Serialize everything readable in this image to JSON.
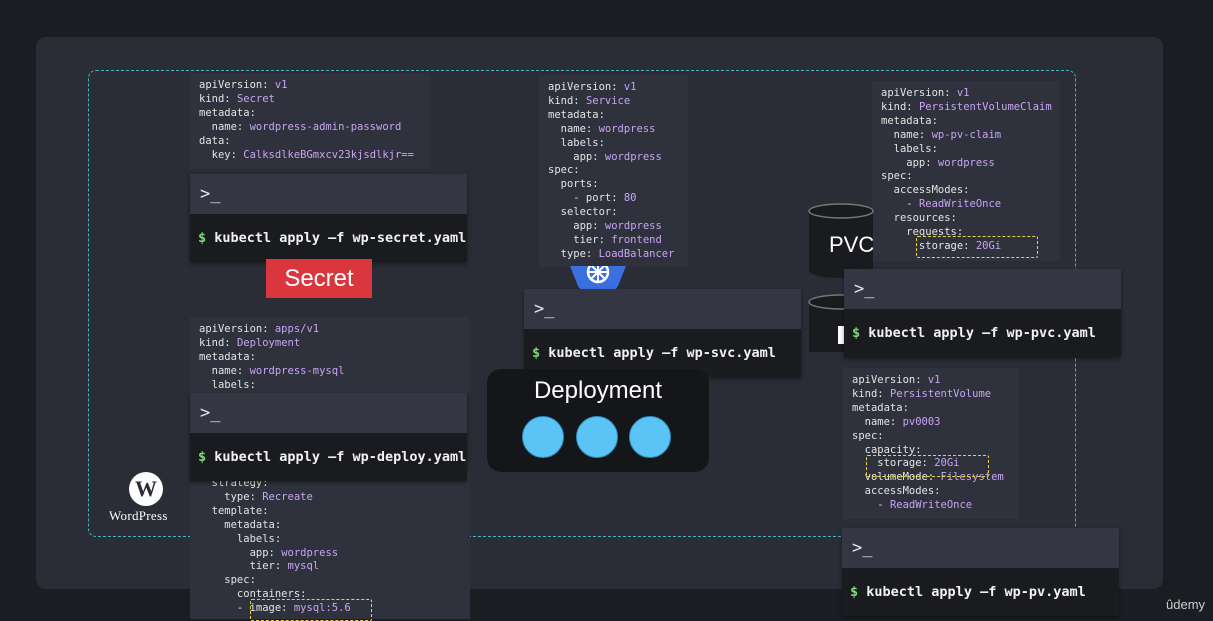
{
  "yaml": {
    "secret": [
      [
        "apiVersion: ",
        "v1"
      ],
      [
        "kind: ",
        "Secret"
      ],
      [
        "metadata:",
        ""
      ],
      [
        "  name: ",
        "wordpress-admin-password"
      ],
      [
        "data:",
        ""
      ],
      [
        "  key: ",
        "CalksdlkeBGmxcv23kjsdlkjr=="
      ]
    ],
    "service": [
      [
        "apiVersion: ",
        "v1"
      ],
      [
        "kind: ",
        "Service"
      ],
      [
        "metadata:",
        ""
      ],
      [
        "  name: ",
        "wordpress"
      ],
      [
        "  labels:",
        ""
      ],
      [
        "    app: ",
        "wordpress"
      ],
      [
        "spec:",
        ""
      ],
      [
        "  ports:",
        ""
      ],
      [
        "    - port: ",
        "80"
      ],
      [
        "  selector:",
        ""
      ],
      [
        "    app: ",
        "wordpress"
      ],
      [
        "    tier: ",
        "frontend"
      ],
      [
        "  type: ",
        "LoadBalancer"
      ]
    ],
    "pvc": [
      [
        "apiVersion: ",
        "v1"
      ],
      [
        "kind: ",
        "PersistentVolumeClaim"
      ],
      [
        "metadata:",
        ""
      ],
      [
        "  name: ",
        "wp-pv-claim"
      ],
      [
        "  labels:",
        ""
      ],
      [
        "    app: ",
        "wordpress"
      ],
      [
        "spec:",
        ""
      ],
      [
        "  accessModes:",
        ""
      ],
      [
        "    - ",
        "ReadWriteOnce"
      ],
      [
        "  resources:",
        ""
      ],
      [
        "    requests:",
        ""
      ],
      [
        "      storage: ",
        "20Gi"
      ]
    ],
    "deployment_top": [
      [
        "apiVersion: ",
        "apps/v1"
      ],
      [
        "kind: ",
        "Deployment"
      ],
      [
        "metadata:",
        ""
      ],
      [
        "  name: ",
        "wordpress-mysql"
      ],
      [
        "  labels:",
        ""
      ]
    ],
    "deployment_bottom": [
      [
        "  strategy:",
        ""
      ],
      [
        "    type: ",
        "Recreate"
      ],
      [
        "  template:",
        ""
      ],
      [
        "    metadata:",
        ""
      ],
      [
        "      labels:",
        ""
      ],
      [
        "        app: ",
        "wordpress"
      ],
      [
        "        tier: ",
        "mysql"
      ],
      [
        "    spec:",
        ""
      ],
      [
        "      containers:",
        ""
      ],
      [
        "      - image: ",
        "mysql:5.6"
      ]
    ],
    "pv": [
      [
        "apiVersion: ",
        "v1"
      ],
      [
        "kind: ",
        "PersistentVolume"
      ],
      [
        "metadata:",
        ""
      ],
      [
        "  name: ",
        "pv0003"
      ],
      [
        "spec:",
        ""
      ],
      [
        "  capacity:",
        ""
      ],
      [
        "    storage: ",
        "20Gi"
      ],
      [
        "  volumeMode: ",
        "Filesystem"
      ],
      [
        "  accessModes:",
        ""
      ],
      [
        "    - ",
        "ReadWriteOnce"
      ]
    ]
  },
  "terminals": {
    "prompt": ">_",
    "dollar": "$",
    "secret_cmd": "kubectl apply –f wp-secret.yaml",
    "svc_cmd": "kubectl apply –f wp-svc.yaml",
    "pvc_cmd": "kubectl apply –f wp-pvc.yaml",
    "deploy_cmd": "kubectl apply –f wp-deploy.yaml",
    "pv_cmd": "kubectl apply –f wp-pv.yaml"
  },
  "labels": {
    "secret": "Secret",
    "deployment": "Deployment",
    "pvc": "PVC",
    "wordpress_logo": "W",
    "wordpress_text": "WordPress",
    "udemy": "ûdemy"
  },
  "colors": {
    "stage": "#2a2d35",
    "boundary": "#3fb3c7",
    "secret": "#d9363e",
    "pod": "#5bc4f5",
    "yaml_value": "#c9a4f5",
    "highlight": "#e8d14a"
  }
}
